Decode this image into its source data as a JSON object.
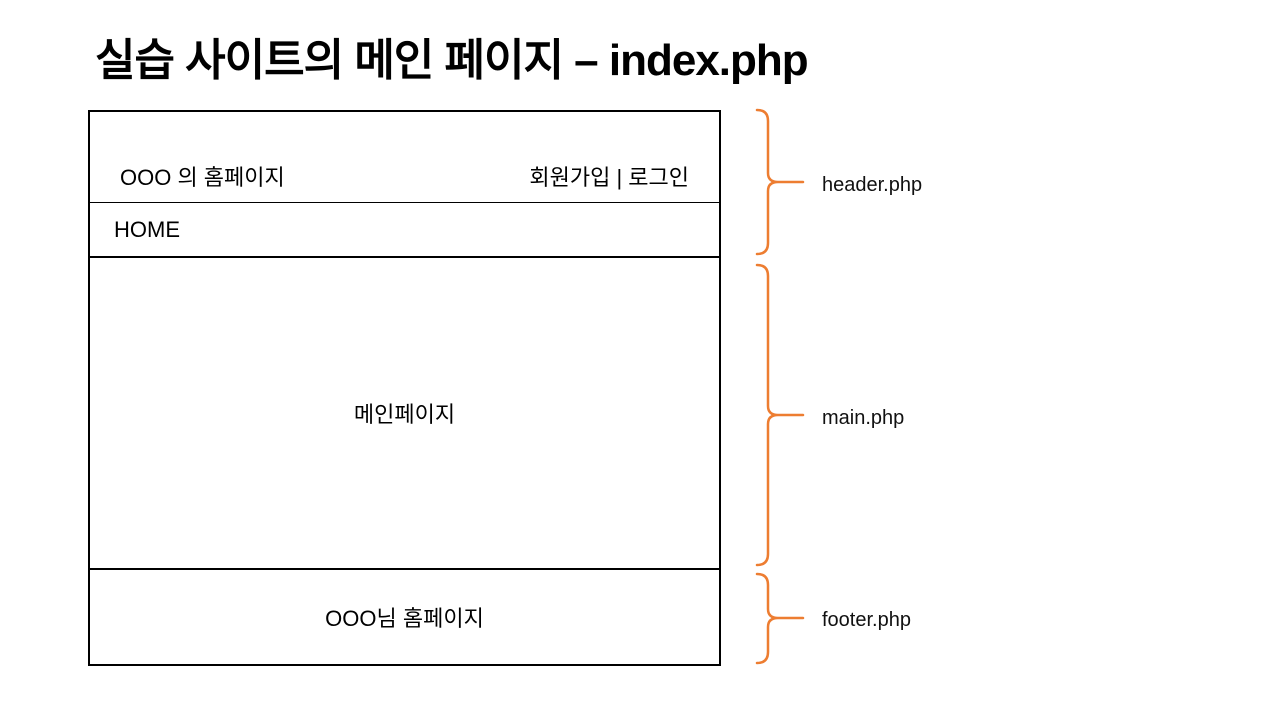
{
  "title": "실습 사이트의 메인 페이지 – index.php",
  "colors": {
    "accent_orange": "#ED7D31",
    "line_black": "#000000",
    "background": "#FFFFFF"
  },
  "diagram": {
    "header": {
      "site_title": "OOO 의 홈페이지",
      "auth_links": "회원가입 | 로그인"
    },
    "nav": {
      "home_label": "HOME"
    },
    "main": {
      "label": "메인페이지"
    },
    "footer": {
      "label": "OOO님 홈페이지"
    }
  },
  "annotations": [
    {
      "file": "header.php"
    },
    {
      "file": "main.php"
    },
    {
      "file": "footer.php"
    }
  ]
}
